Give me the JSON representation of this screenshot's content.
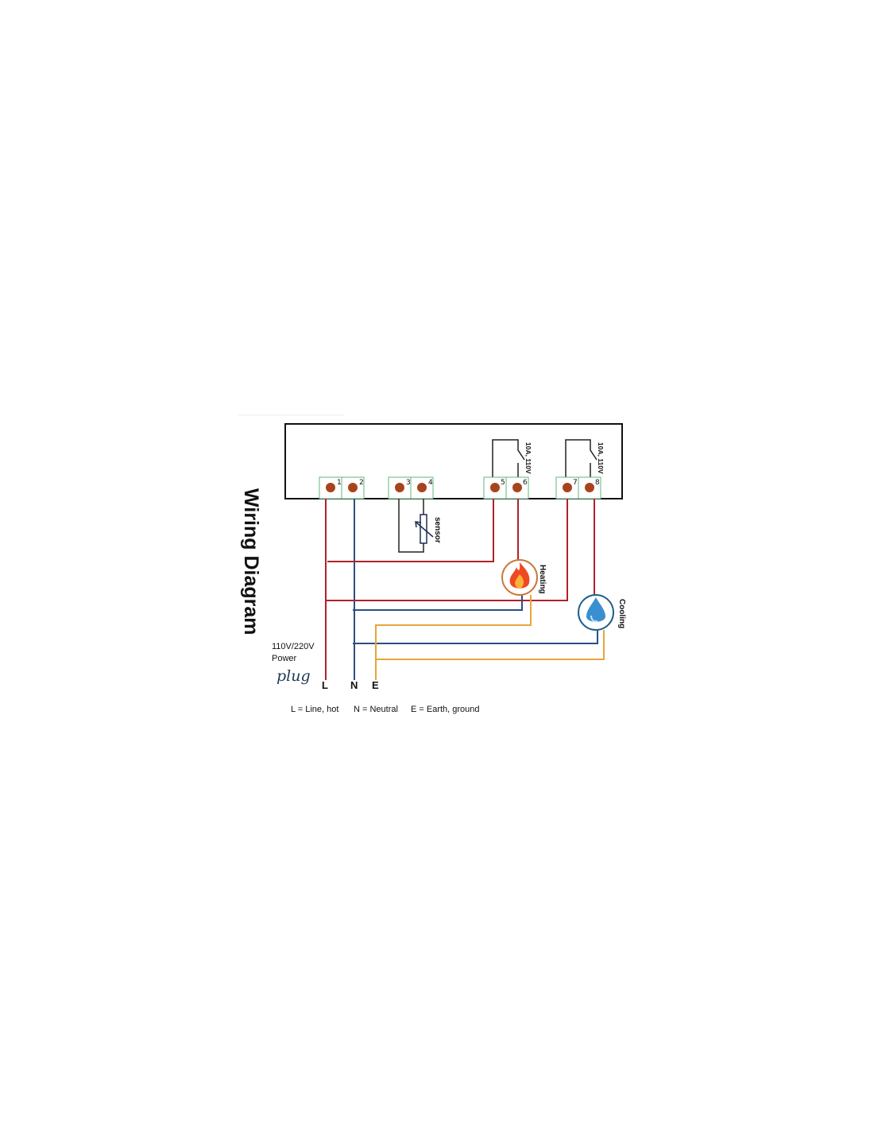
{
  "title": "Wiring Diagram",
  "terminals": [
    "1",
    "2",
    "3",
    "4",
    "5",
    "6",
    "7",
    "8"
  ],
  "relay_rating_1": "10A, 110V",
  "relay_rating_2": "10A, 110V",
  "sensor_label": "sensor",
  "heating_label": "Heating",
  "cooling_label": "Cooling",
  "power": {
    "voltage": "110V/220V",
    "label": "Power",
    "plug": "plug"
  },
  "wires": {
    "L": "L",
    "N": "N",
    "E": "E"
  },
  "legend": [
    "L = Line, hot",
    "N = Neutral",
    "E = Earth, ground"
  ],
  "colors": {
    "line": "#b0222a",
    "neutral": "#2a4f82",
    "earth": "#e8a43a",
    "terminal": "#a8441c",
    "terminal_border": "#5cb87a"
  }
}
